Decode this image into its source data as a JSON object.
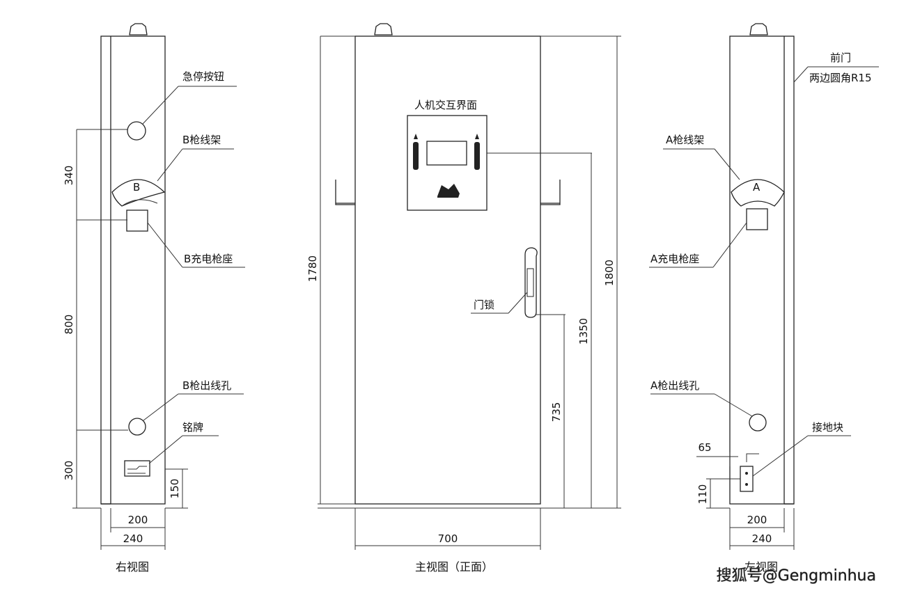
{
  "right_view": {
    "caption": "右视图",
    "labels": {
      "estop": "急停按钮",
      "rack": "B枪线架",
      "rack_letter": "B",
      "socket": "B充电枪座",
      "outlet": "B枪出线孔",
      "nameplate": "铭牌"
    },
    "dims": {
      "d340": "340",
      "d800": "800",
      "d300": "300",
      "d150": "150",
      "d200": "200",
      "d240": "240"
    }
  },
  "front_view": {
    "caption": "主视图（正面）",
    "labels": {
      "hmi": "人机交互界面",
      "lock": "门锁"
    },
    "dims": {
      "d1780": "1780",
      "d1800": "1800",
      "d1350": "1350",
      "d735": "735",
      "d700": "700"
    }
  },
  "left_view": {
    "caption": "左视图",
    "labels": {
      "door": "前门",
      "door_note": "两边圆角R15",
      "rack": "A枪线架",
      "rack_letter": "A",
      "socket": "A充电枪座",
      "outlet": "A枪出线孔",
      "ground": "接地块"
    },
    "dims": {
      "d65": "65",
      "d110": "110",
      "d200": "200",
      "d240": "240"
    }
  },
  "watermark": "搜狐号@Gengminhua"
}
